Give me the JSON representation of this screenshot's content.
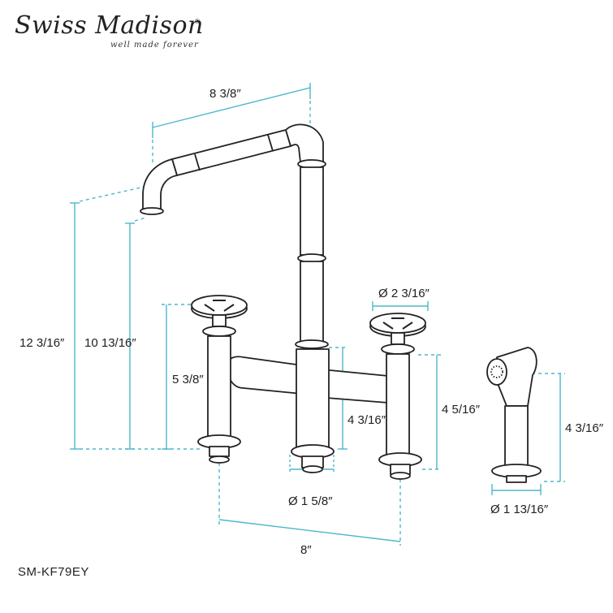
{
  "brand": {
    "name": "Swiss Madison",
    "tagline": "well made forever",
    "reg_mark": "®"
  },
  "dimensions": {
    "spout_reach": "8 3/8″",
    "overall_height": "12 3/16″",
    "spout_height": "10 13/16″",
    "handle_height": "5 3/8″",
    "handle_diameter": "Ø 2 3/16″",
    "center_body_height": "4 3/16″",
    "right_handle_height": "4 5/16″",
    "base_diameter": "Ø 1 5/8″",
    "center_spread": "8″",
    "sprayer_height": "4 3/16″",
    "sprayer_base_diameter": "Ø 1 13/16″"
  },
  "model_number": "SM-KF79EY",
  "colors": {
    "dimension_line": "#4bb8c9",
    "outline": "#222222"
  }
}
